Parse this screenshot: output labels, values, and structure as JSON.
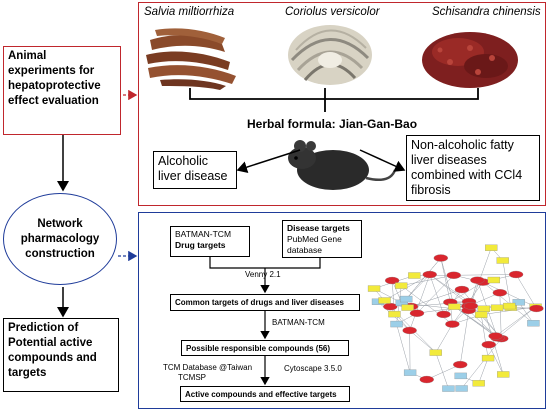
{
  "left": {
    "animal": "Animal experiments for hepatoprotective effect evaluation",
    "network": "Network pharmacology construction",
    "prediction": "Prediction of Potential active compounds and targets"
  },
  "herbs": [
    "Salvia miltiorrhiza",
    "Coriolus versicolor",
    "Schisandra chinensis"
  ],
  "formula": "Herbal formula: Jian-Gan-Bao",
  "diseases": {
    "alcoholic": "Alcoholic liver disease",
    "nafld": "Non-alcoholic fatty liver diseases combined with CCl4 fibrosis"
  },
  "flow": {
    "drug_box_line1": "BATMAN-TCM",
    "drug_box_line2": "Drug targets",
    "disease_box_line1": "Disease targets",
    "disease_box_line2": "PubMed Gene database",
    "venny": "Venny 2.1",
    "common": "Common targets of drugs and liver diseases",
    "batman": "BATMAN-TCM",
    "possible": "Possible responsible compounds (56)",
    "tcm_db": "TCM Database @Taiwan",
    "tcmsp": "TCMSP",
    "cytoscape": "Cytoscape 3.5.0",
    "active": "Active compounds and effective targets"
  },
  "colors": {
    "red_border": "#c0272d",
    "blue_border": "#1f3c9a",
    "node_red": "#d9262e",
    "node_yellow": "#f2ea3b",
    "node_blue": "#9ccfe8"
  }
}
